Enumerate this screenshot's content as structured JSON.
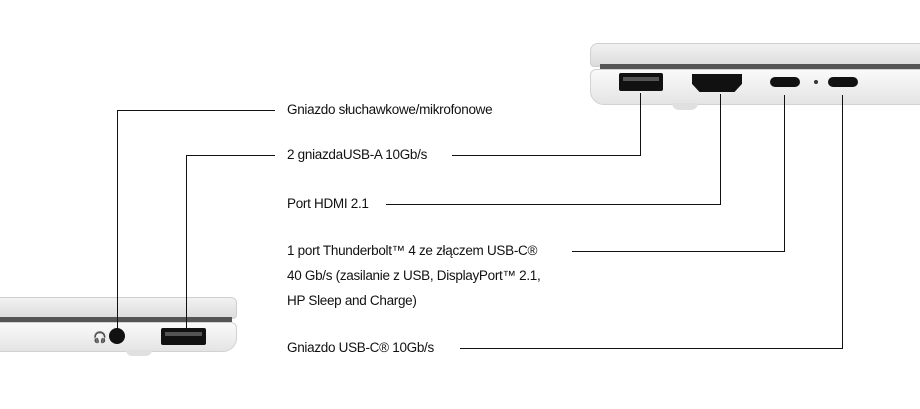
{
  "labels": {
    "headphone": "Gniazdo słuchawkowe/mikrofonowe",
    "usb_a": "2 gniazdaUSB-A 10Gb/s",
    "hdmi": "Port HDMI 2.1",
    "thunderbolt_line1": "1 port Thunderbolt™ 4 ze złączem USB-C®",
    "thunderbolt_line2": "40 Gb/s (zasilanie z USB, DisplayPort™ 2.1,",
    "thunderbolt_line3": "HP Sleep and Charge)",
    "usb_c": "Gniazdo USB-C® 10Gb/s"
  },
  "colors": {
    "line": "#111111",
    "chassis": "#e8e8e8",
    "port": "#111111"
  }
}
